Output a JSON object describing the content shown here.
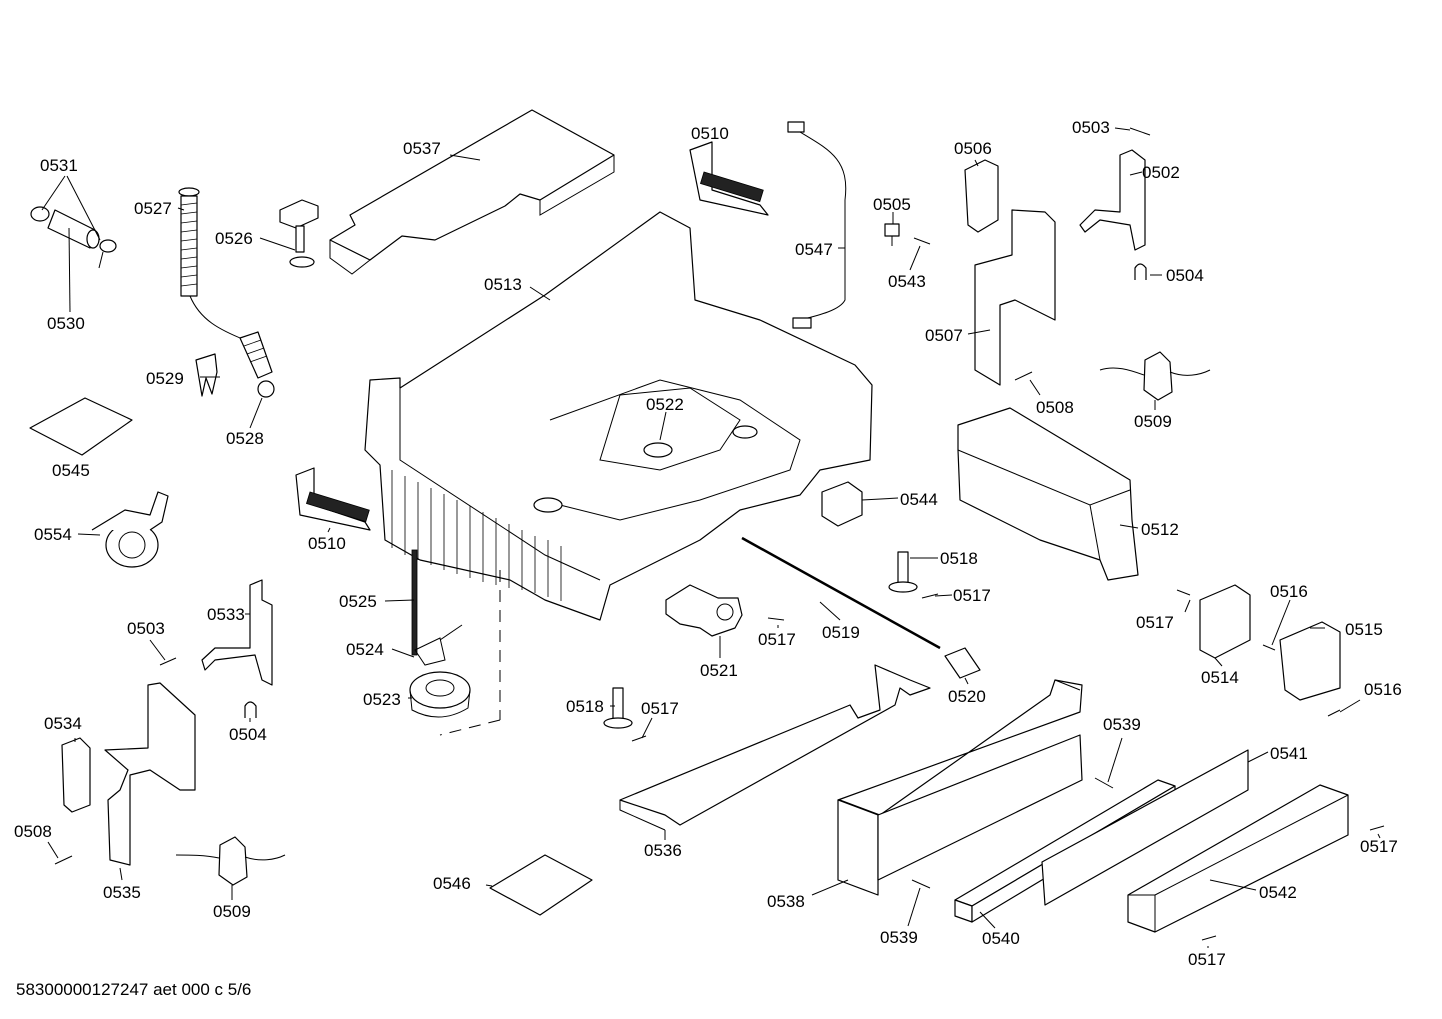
{
  "footer": "58300000127247 aet 000 c 5/6",
  "labels": {
    "l0531": "0531",
    "l0530": "0530",
    "l0527": "0527",
    "l0526": "0526",
    "l0537": "0537",
    "l0510a": "0510",
    "l0547": "0547",
    "l0505": "0505",
    "l0543": "0543",
    "l0506": "0506",
    "l0503a": "0503",
    "l0502": "0502",
    "l0504a": "0504",
    "l0507": "0507",
    "l0508a": "0508",
    "l0509a": "0509",
    "l0513": "0513",
    "l0529": "0529",
    "l0528": "0528",
    "l0545": "0545",
    "l0522": "0522",
    "l0544": "0544",
    "l0512": "0512",
    "l0554": "0554",
    "l0510b": "0510",
    "l0518a": "0518",
    "l0517a": "0517",
    "l0525": "0525",
    "l0533": "0533",
    "l0503b": "0503",
    "l0517b": "0517",
    "l0519": "0519",
    "l0517c": "0517",
    "l0516a": "0516",
    "l0515": "0515",
    "l0524": "0524",
    "l0521": "0521",
    "l0514": "0514",
    "l0520": "0520",
    "l0504b": "0504",
    "l0523": "0523",
    "l0518b": "0518",
    "l0517d": "0517",
    "l0516b": "0516",
    "l0534": "0534",
    "l0539a": "0539",
    "l0541": "0541",
    "l0508b": "0508",
    "l0536": "0536",
    "l0517e": "0517",
    "l0535": "0535",
    "l0509b": "0509",
    "l0546": "0546",
    "l0538": "0538",
    "l0542": "0542",
    "l0539b": "0539",
    "l0540": "0540",
    "l0517f": "0517"
  }
}
